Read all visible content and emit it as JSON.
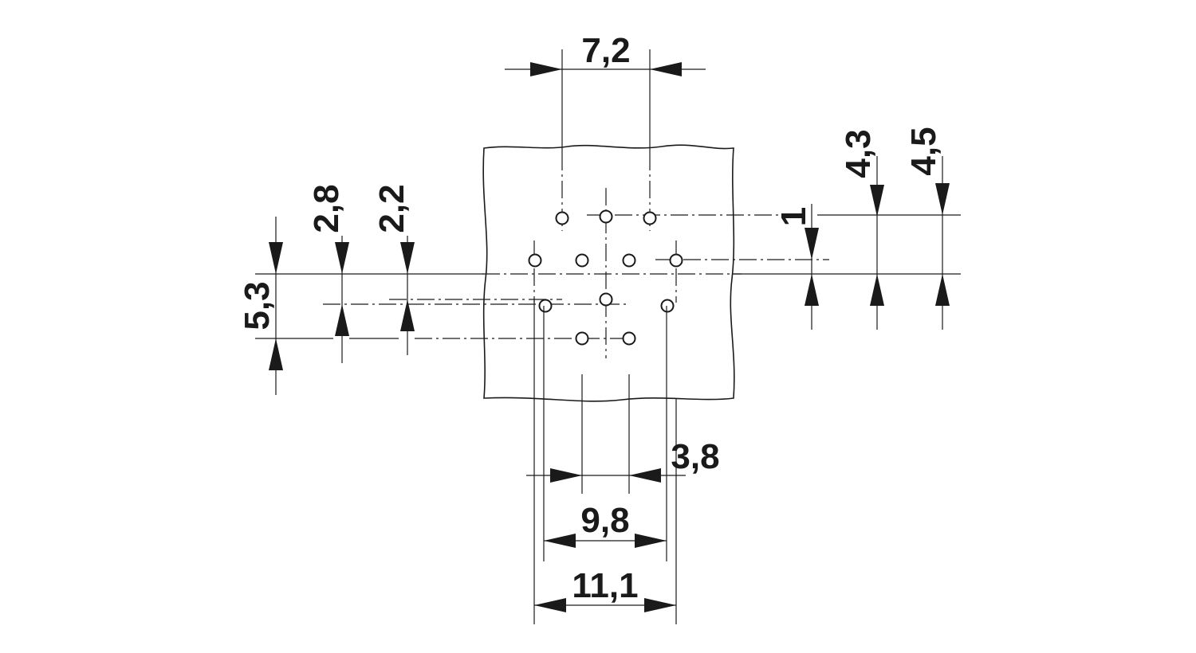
{
  "dimensions": {
    "top_pitch": "7,2",
    "left_outer_height": "5,3",
    "left_mid": "2,8",
    "left_inner": "2,2",
    "right_small": "1",
    "right_mid": "4,3",
    "right_outer": "4,5",
    "bottom_inner": "3,8",
    "bottom_mid": "9,8",
    "bottom_outer": "11,1"
  }
}
